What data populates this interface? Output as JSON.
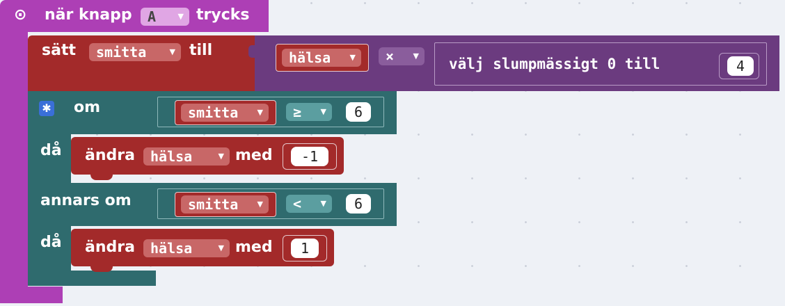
{
  "event": {
    "prefix": "när knapp",
    "button": "A",
    "suffix": "trycks"
  },
  "set_block": {
    "label": "sätt",
    "variable": "smitta",
    "to_label": "till",
    "math": {
      "left_var": "hälsa",
      "operator": "×"
    },
    "random": {
      "label": "välj slumpmässigt 0 till",
      "max": "4"
    }
  },
  "if_block": {
    "if_label": "om",
    "then_label": "då",
    "elseif_label": "annars om",
    "condition1": {
      "variable": "smitta",
      "operator": "≥",
      "value": "6"
    },
    "change1": {
      "label": "ändra",
      "variable": "hälsa",
      "with_label": "med",
      "value": "-1"
    },
    "condition2": {
      "variable": "smitta",
      "operator": "<",
      "value": "6"
    },
    "change2": {
      "label": "ändra",
      "variable": "hälsa",
      "with_label": "med",
      "value": "1"
    }
  },
  "colors": {
    "events": "#ad3fb5",
    "variables": "#a32a2a",
    "math": "#6b3b7f",
    "logic": "#2f6b6e",
    "dropdown_var": "#c86767",
    "dropdown_logic": "#5b9ea0",
    "dropdown_math": "#8a5d9c",
    "event_dropdown": "#e0a6e4"
  },
  "icons": {
    "event": "radio-circle-icon",
    "mutator": "gear-icon",
    "dropdown": "triangle-down-icon"
  }
}
